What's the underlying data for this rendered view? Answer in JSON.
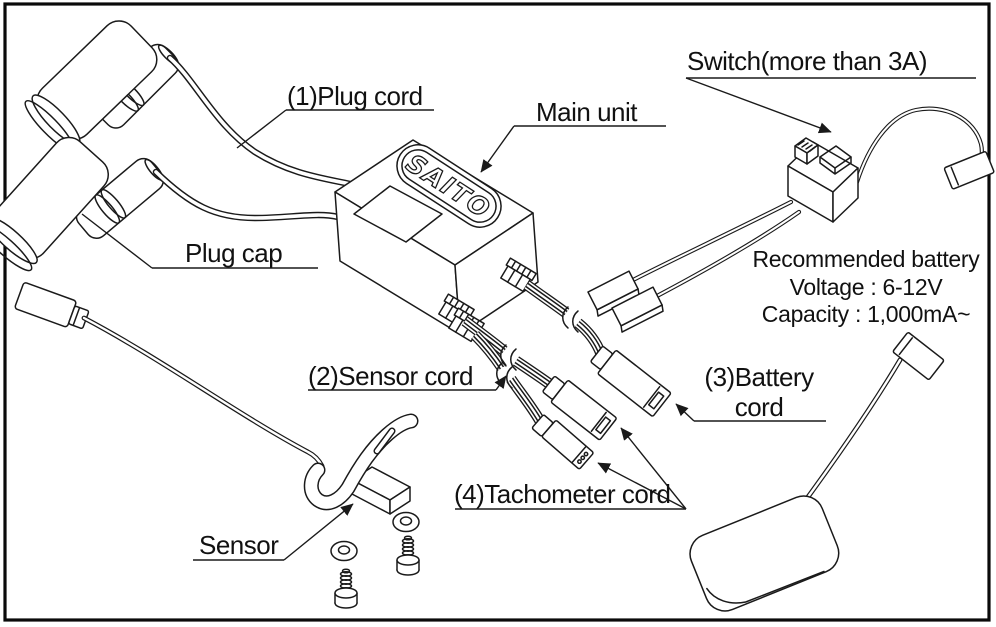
{
  "diagram": {
    "title_labels": {
      "plug_cord": "(1)Plug cord",
      "plug_cap": "Plug cap",
      "main_unit": "Main unit",
      "switch": "Switch(more than 3A)",
      "sensor_cord": "(2)Sensor cord",
      "battery_cord_line1": "(3)Battery",
      "battery_cord_line2": "cord",
      "tachometer_cord": "(4)Tachometer cord",
      "sensor": "Sensor"
    },
    "logo_text": "SAITO",
    "battery_info": {
      "title": "Recommended battery",
      "voltage": "Voltage : 6-12V",
      "capacity": "Capacity : 1,000mA~"
    },
    "colors": {
      "line": "#1a1a1a",
      "background": "#ffffff",
      "text": "#111111"
    }
  }
}
